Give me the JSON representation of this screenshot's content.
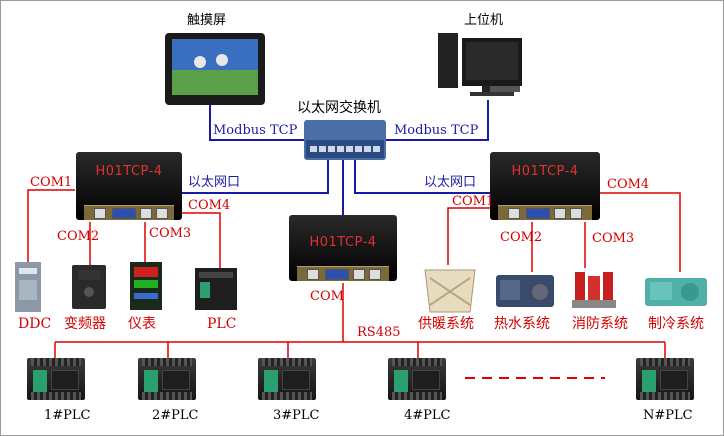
{
  "labels": {
    "touch_screen": "触摸屏",
    "host_pc": "上位机",
    "switch": "以太网交换机",
    "modbus_left": "Modbus TCP",
    "modbus_right": "Modbus TCP",
    "eth_left": "以太网口",
    "eth_right": "以太网口",
    "com": "COM",
    "rs485": "RS485"
  },
  "gateways": {
    "left": {
      "title": "H01TCP-4",
      "com1": "COM1",
      "com2": "COM2",
      "com3": "COM3",
      "com4": "COM4"
    },
    "center": {
      "title": "H01TCP-4"
    },
    "right": {
      "title": "H01TCP-4",
      "com1": "COM1",
      "com2": "COM2",
      "com3": "COM3",
      "com4": "COM4"
    }
  },
  "left_devices": [
    "DDC",
    "变频器",
    "仪表",
    "PLC"
  ],
  "right_devices": [
    "供暖系统",
    "热水系统",
    "消防系统",
    "制冷系统"
  ],
  "plcs": [
    "1#PLC",
    "2#PLC",
    "3#PLC",
    "4#PLC",
    "N#PLC"
  ],
  "colors": {
    "ethernet": "#1a1aa8",
    "serial": "#e00000",
    "gateway_title": "#e03030"
  }
}
